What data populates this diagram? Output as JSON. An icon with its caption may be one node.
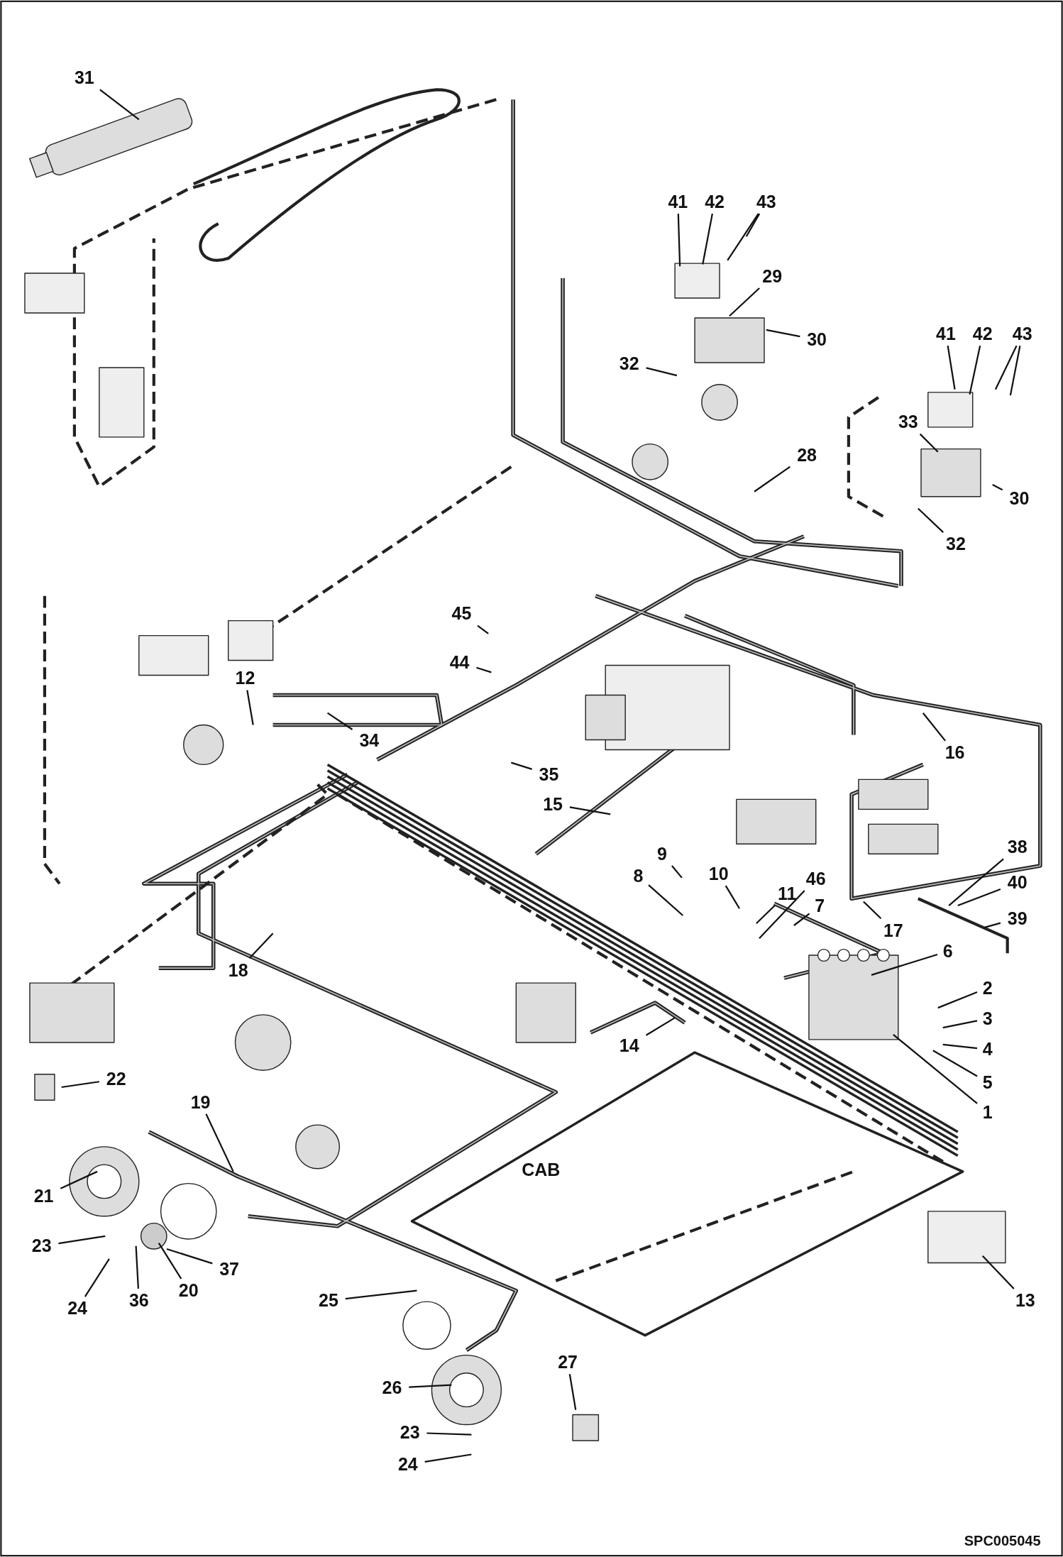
{
  "diagram": {
    "nodes": [
      {
        "text": [
          "31"
        ]
      },
      {
        "text": [
          "41"
        ]
      },
      {
        "text": [
          "42"
        ]
      },
      {
        "text": [
          "43"
        ]
      },
      {
        "text": [
          "29"
        ]
      },
      {
        "text": [
          "30"
        ]
      },
      {
        "text": [
          "32"
        ]
      },
      {
        "text": [
          "41"
        ]
      },
      {
        "text": [
          "42"
        ]
      },
      {
        "text": [
          "43"
        ]
      },
      {
        "text": [
          "33"
        ]
      },
      {
        "text": [
          "28"
        ]
      },
      {
        "text": [
          "30"
        ]
      },
      {
        "text": [
          "32"
        ]
      },
      {
        "text": [
          "45"
        ]
      },
      {
        "text": [
          "44"
        ]
      },
      {
        "text": [
          "12"
        ]
      },
      {
        "text": [
          "34"
        ]
      },
      {
        "text": [
          "35"
        ]
      },
      {
        "text": [
          "16"
        ]
      },
      {
        "text": [
          "15"
        ]
      },
      {
        "text": [
          "38"
        ]
      },
      {
        "text": [
          "9"
        ]
      },
      {
        "text": [
          "8"
        ]
      },
      {
        "text": [
          "10"
        ]
      },
      {
        "text": [
          "46"
        ]
      },
      {
        "text": [
          "40"
        ]
      },
      {
        "text": [
          "11"
        ]
      },
      {
        "text": [
          "7"
        ]
      },
      {
        "text": [
          "39"
        ]
      },
      {
        "text": [
          "17"
        ]
      },
      {
        "text": [
          "6"
        ]
      },
      {
        "text": [
          "18"
        ]
      },
      {
        "text": [
          "2"
        ]
      },
      {
        "text": [
          "3"
        ]
      },
      {
        "text": [
          "14"
        ]
      },
      {
        "text": [
          "4"
        ]
      },
      {
        "text": [
          "22"
        ]
      },
      {
        "text": [
          "5"
        ]
      },
      {
        "text": [
          "19"
        ]
      },
      {
        "text": [
          "1"
        ]
      },
      {
        "text": [
          "21"
        ]
      },
      {
        "text": [
          "23"
        ]
      },
      {
        "text": [
          "37"
        ]
      },
      {
        "text": [
          "20"
        ]
      },
      {
        "text": [
          "36"
        ]
      },
      {
        "text": [
          "25"
        ]
      },
      {
        "text": [
          "13"
        ]
      },
      {
        "text": [
          "24"
        ]
      },
      {
        "text": [
          "27"
        ]
      },
      {
        "text": [
          "26"
        ]
      },
      {
        "text": [
          "23"
        ]
      },
      {
        "text": [
          "24"
        ]
      }
    ],
    "edges": [
      {
        "from": 0,
        "to": null,
        "arrow": "none"
      },
      {
        "from": 1,
        "to": null,
        "arrow": "none"
      },
      {
        "from": 2,
        "to": null,
        "arrow": "none"
      },
      {
        "from": 3,
        "to": null,
        "arrow": "none"
      },
      {
        "from": 3,
        "to": null,
        "arrow": "none"
      },
      {
        "from": 4,
        "to": null,
        "arrow": "none"
      },
      {
        "from": 5,
        "to": null,
        "arrow": "none"
      },
      {
        "from": 6,
        "to": null,
        "arrow": "none"
      },
      {
        "from": 7,
        "to": null,
        "arrow": "none"
      },
      {
        "from": 8,
        "to": null,
        "arrow": "none"
      },
      {
        "from": 9,
        "to": null,
        "arrow": "none"
      },
      {
        "from": 9,
        "to": null,
        "arrow": "none"
      },
      {
        "from": 10,
        "to": null,
        "arrow": "none"
      },
      {
        "from": 11,
        "to": null,
        "arrow": "none"
      },
      {
        "from": 12,
        "to": null,
        "arrow": "none"
      },
      {
        "from": 13,
        "to": null,
        "arrow": "none"
      },
      {
        "from": 14,
        "to": null,
        "arrow": "none"
      },
      {
        "from": 15,
        "to": null,
        "arrow": "none"
      },
      {
        "from": 16,
        "to": null,
        "arrow": "none"
      },
      {
        "from": 17,
        "to": null,
        "arrow": "none"
      },
      {
        "from": 18,
        "to": null,
        "arrow": "none"
      },
      {
        "from": 19,
        "to": null,
        "arrow": "none"
      },
      {
        "from": 20,
        "to": null,
        "arrow": "none"
      },
      {
        "from": 21,
        "to": null,
        "arrow": "none"
      },
      {
        "from": 22,
        "to": null,
        "arrow": "none"
      },
      {
        "from": 23,
        "to": null,
        "arrow": "none"
      },
      {
        "from": 24,
        "to": null,
        "arrow": "none"
      },
      {
        "from": 25,
        "to": null,
        "arrow": "none"
      },
      {
        "from": 26,
        "to": null,
        "arrow": "none"
      },
      {
        "from": 27,
        "to": null,
        "arrow": "none"
      },
      {
        "from": 28,
        "to": null,
        "arrow": "none"
      },
      {
        "from": 29,
        "to": null,
        "arrow": "none"
      },
      {
        "from": 30,
        "to": null,
        "arrow": "none"
      },
      {
        "from": 31,
        "to": null,
        "arrow": "none"
      },
      {
        "from": 32,
        "to": null,
        "arrow": "none"
      },
      {
        "from": 33,
        "to": null,
        "arrow": "none"
      },
      {
        "from": 34,
        "to": null,
        "arrow": "none"
      },
      {
        "from": 35,
        "to": null,
        "arrow": "none"
      },
      {
        "from": 36,
        "to": null,
        "arrow": "none"
      },
      {
        "from": 37,
        "to": null,
        "arrow": "none"
      },
      {
        "from": 38,
        "to": null,
        "arrow": "none"
      },
      {
        "from": 39,
        "to": null,
        "arrow": "none"
      },
      {
        "from": 40,
        "to": null,
        "arrow": "none"
      },
      {
        "from": 41,
        "to": null,
        "arrow": "none"
      },
      {
        "from": 42,
        "to": null,
        "arrow": "none"
      },
      {
        "from": 43,
        "to": null,
        "arrow": "none"
      },
      {
        "from": 44,
        "to": null,
        "arrow": "none"
      },
      {
        "from": 45,
        "to": null,
        "arrow": "none"
      },
      {
        "from": 46,
        "to": null,
        "arrow": "none"
      },
      {
        "from": 47,
        "to": null,
        "arrow": "none"
      },
      {
        "from": 48,
        "to": null,
        "arrow": "none"
      },
      {
        "from": 49,
        "to": null,
        "arrow": "none"
      },
      {
        "from": 50,
        "to": null,
        "arrow": "none"
      },
      {
        "from": 51,
        "to": null,
        "arrow": "none"
      },
      {
        "from": 52,
        "to": null,
        "arrow": "none"
      }
    ],
    "labels": [
      "CAB",
      "SPC005045"
    ]
  }
}
